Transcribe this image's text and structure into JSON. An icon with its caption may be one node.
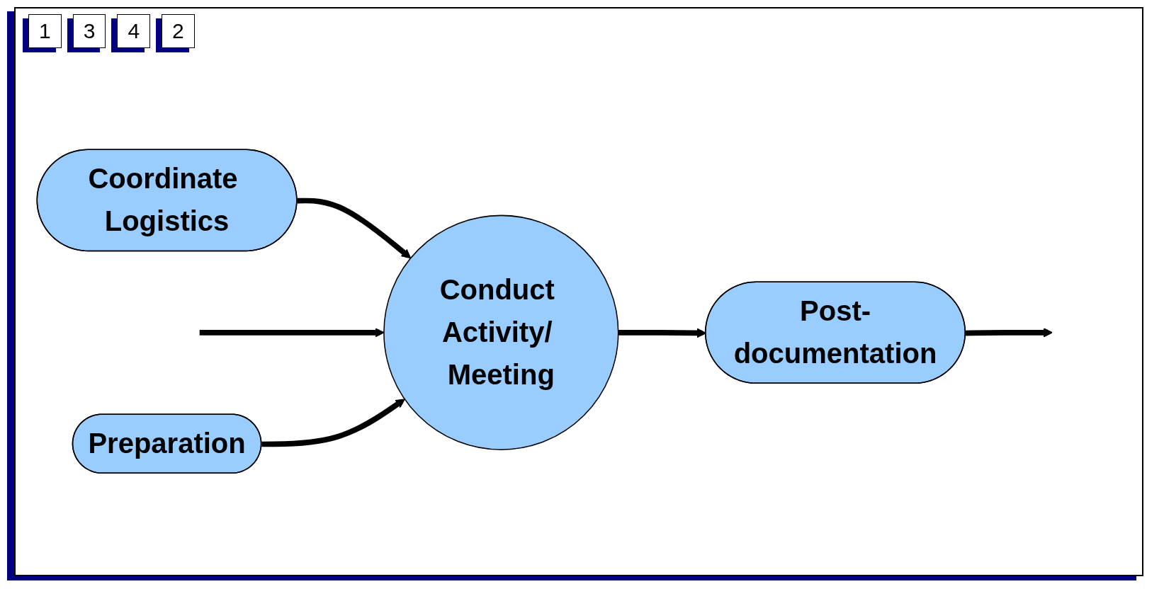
{
  "diagram": {
    "nodes": [
      {
        "text": [
          "Coordinate Logistics"
        ]
      },
      {
        "text": [
          "Preparation"
        ]
      },
      {
        "text": [
          "Conduct Activity/ Meeting"
        ]
      },
      {
        "text": [
          "Post-documentation"
        ]
      }
    ],
    "edges": [
      {
        "from": 0,
        "to": 2,
        "arrow": "to"
      },
      {
        "from": null,
        "to": 2,
        "arrow": "to"
      },
      {
        "from": 1,
        "to": 2,
        "arrow": "to"
      },
      {
        "from": 2,
        "to": 3,
        "arrow": "to"
      },
      {
        "from": 3,
        "to": null,
        "arrow": "to"
      }
    ],
    "labels": [
      "1",
      "3",
      "4",
      "2"
    ]
  }
}
